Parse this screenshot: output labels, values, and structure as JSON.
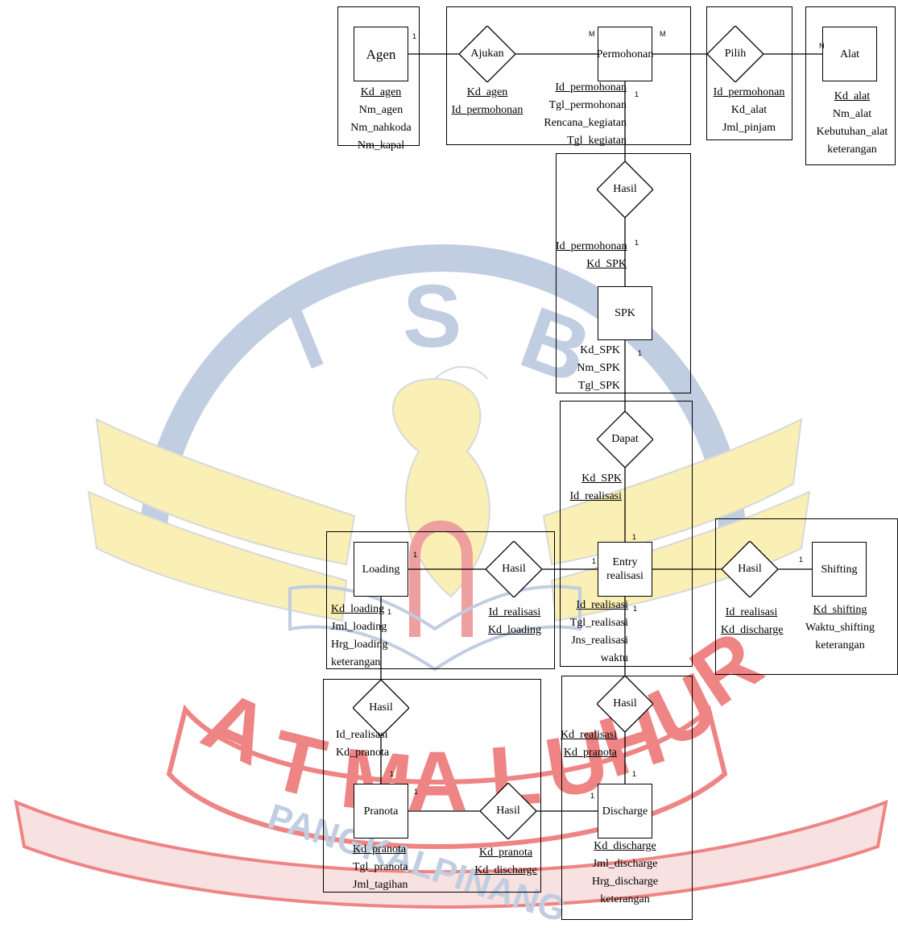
{
  "watermark": {
    "top_letters": [
      "I",
      "S",
      "B"
    ],
    "bottom_arc_text": [
      "A",
      "T",
      "M",
      "A",
      "L",
      "U",
      "H",
      "U",
      "R"
    ],
    "ribbon_text": "PANGKALPINANG",
    "colors": {
      "red": "#e02020",
      "yellow": "#f6e47a",
      "blue": "#8fa4c9"
    }
  },
  "entities": {
    "agen": "Agen",
    "permohonan": "Permohonan",
    "alat": "Alat",
    "spk": "SPK",
    "entry_realisasi": "Entry realisasi",
    "loading": "Loading",
    "shifting": "Shifting",
    "pranota": "Pranota",
    "discharge": "Discharge"
  },
  "relationships": {
    "ajukan": "Ajukan",
    "pilih": "Pilih",
    "hasil_permohonan_spk": "Hasil",
    "dapat": "Dapat",
    "hasil_loading": "Hasil",
    "hasil_shifting": "Hasil",
    "hasil_loading_pranota": "Hasil",
    "hasil_entry_discharge": "Hasil",
    "hasil_pranota_discharge": "Hasil"
  },
  "attributes": {
    "agen": [
      {
        "text": "Kd_agen",
        "key": true
      },
      {
        "text": "Nm_agen",
        "key": false
      },
      {
        "text": "Nm_nahkoda",
        "key": false
      },
      {
        "text": "Nm_kapal",
        "key": false
      }
    ],
    "ajukan": [
      {
        "text": "Kd_agen",
        "key": true
      },
      {
        "text": "Id_permohonan",
        "key": true
      }
    ],
    "permohonan": [
      {
        "text": "Id_permohonan",
        "key": true
      },
      {
        "text": "Tgl_permohonan",
        "key": false
      },
      {
        "text": "Rencana_kegiatan",
        "key": false
      },
      {
        "text": "Tgl_kegiatan",
        "key": false
      }
    ],
    "pilih": [
      {
        "text": "Id_permohonan",
        "key": true
      },
      {
        "text": "Kd_alat",
        "key": false
      },
      {
        "text": "Jml_pinjam",
        "key": false
      }
    ],
    "alat": [
      {
        "text": "Kd_alat",
        "key": true
      },
      {
        "text": "Nm_alat",
        "key": false
      },
      {
        "text": "Kebutuhan_alat",
        "key": false
      },
      {
        "text": "keterangan",
        "key": false
      }
    ],
    "hasil_permohonan_spk": [
      {
        "text": "Id_permohonan",
        "key": true
      },
      {
        "text": "Kd_SPK",
        "key": true
      }
    ],
    "spk": [
      {
        "text": "Kd_SPK",
        "key": false
      },
      {
        "text": "Nm_SPK",
        "key": false
      },
      {
        "text": "Tgl_SPK",
        "key": false
      }
    ],
    "dapat": [
      {
        "text": "Kd_SPK",
        "key": true
      },
      {
        "text": "Id_realisasi",
        "key": true
      }
    ],
    "loading": [
      {
        "text": "Kd_loading",
        "key": true
      },
      {
        "text": "Jml_loading",
        "key": false
      },
      {
        "text": "Hrg_loading",
        "key": false
      },
      {
        "text": "keterangan",
        "key": false
      }
    ],
    "hasil_loading": [
      {
        "text": "Id_realisasi",
        "key": true
      },
      {
        "text": "Kd_loading",
        "key": true
      }
    ],
    "entry_realisasi": [
      {
        "text": "Id_realisasi",
        "key": true
      },
      {
        "text": "Tgl_realisasi",
        "key": false
      },
      {
        "text": "Jns_realisasi",
        "key": false
      },
      {
        "text": "waktu",
        "key": false
      }
    ],
    "hasil_shifting": [
      {
        "text": "Id_realisasi",
        "key": true
      },
      {
        "text": "Kd_discharge",
        "key": true
      }
    ],
    "shifting": [
      {
        "text": "Kd_shifting",
        "key": true
      },
      {
        "text": "Waktu_shifting",
        "key": false
      },
      {
        "text": "keterangan",
        "key": false
      }
    ],
    "hasil_loading_pranota": [
      {
        "text": "Id_realisasi",
        "key": false
      },
      {
        "text": "Kd_pranota",
        "key": false
      }
    ],
    "hasil_entry_discharge": [
      {
        "text": "Kd_realisasi",
        "key": true
      },
      {
        "text": "Kd_pranota",
        "key": true
      }
    ],
    "pranota": [
      {
        "text": "Kd_pranota",
        "key": true
      },
      {
        "text": "Tgl_pranota",
        "key": false
      },
      {
        "text": "Jml_tagihan",
        "key": false
      }
    ],
    "hasil_pranota_discharge": [
      {
        "text": "Kd_pranota",
        "key": true
      },
      {
        "text": "Kd_discharge",
        "key": true
      }
    ],
    "discharge": [
      {
        "text": "Kd_discharge",
        "key": true
      },
      {
        "text": "Jml_discharge",
        "key": false
      },
      {
        "text": "Hrg_discharge",
        "key": false
      },
      {
        "text": "keterangan",
        "key": false
      }
    ]
  },
  "cardinalities": {
    "agen_ajukan": "1",
    "ajukan_permohonan": "M",
    "permohonan_pilih": "M",
    "pilih_alat": "N",
    "permohonan_hasil": "1",
    "hasil_spk": "1",
    "spk_dapat": "1",
    "dapat_entry": "1",
    "loading_hasil": "1",
    "entry_hasil_left": "1",
    "shifting_hasil": "1",
    "loading_pranota_hasil": "1",
    "pranota_top": "1",
    "entry_discharge_hasil": "1",
    "discharge_top": "1",
    "pranota_right": "1",
    "discharge_left": "1"
  }
}
